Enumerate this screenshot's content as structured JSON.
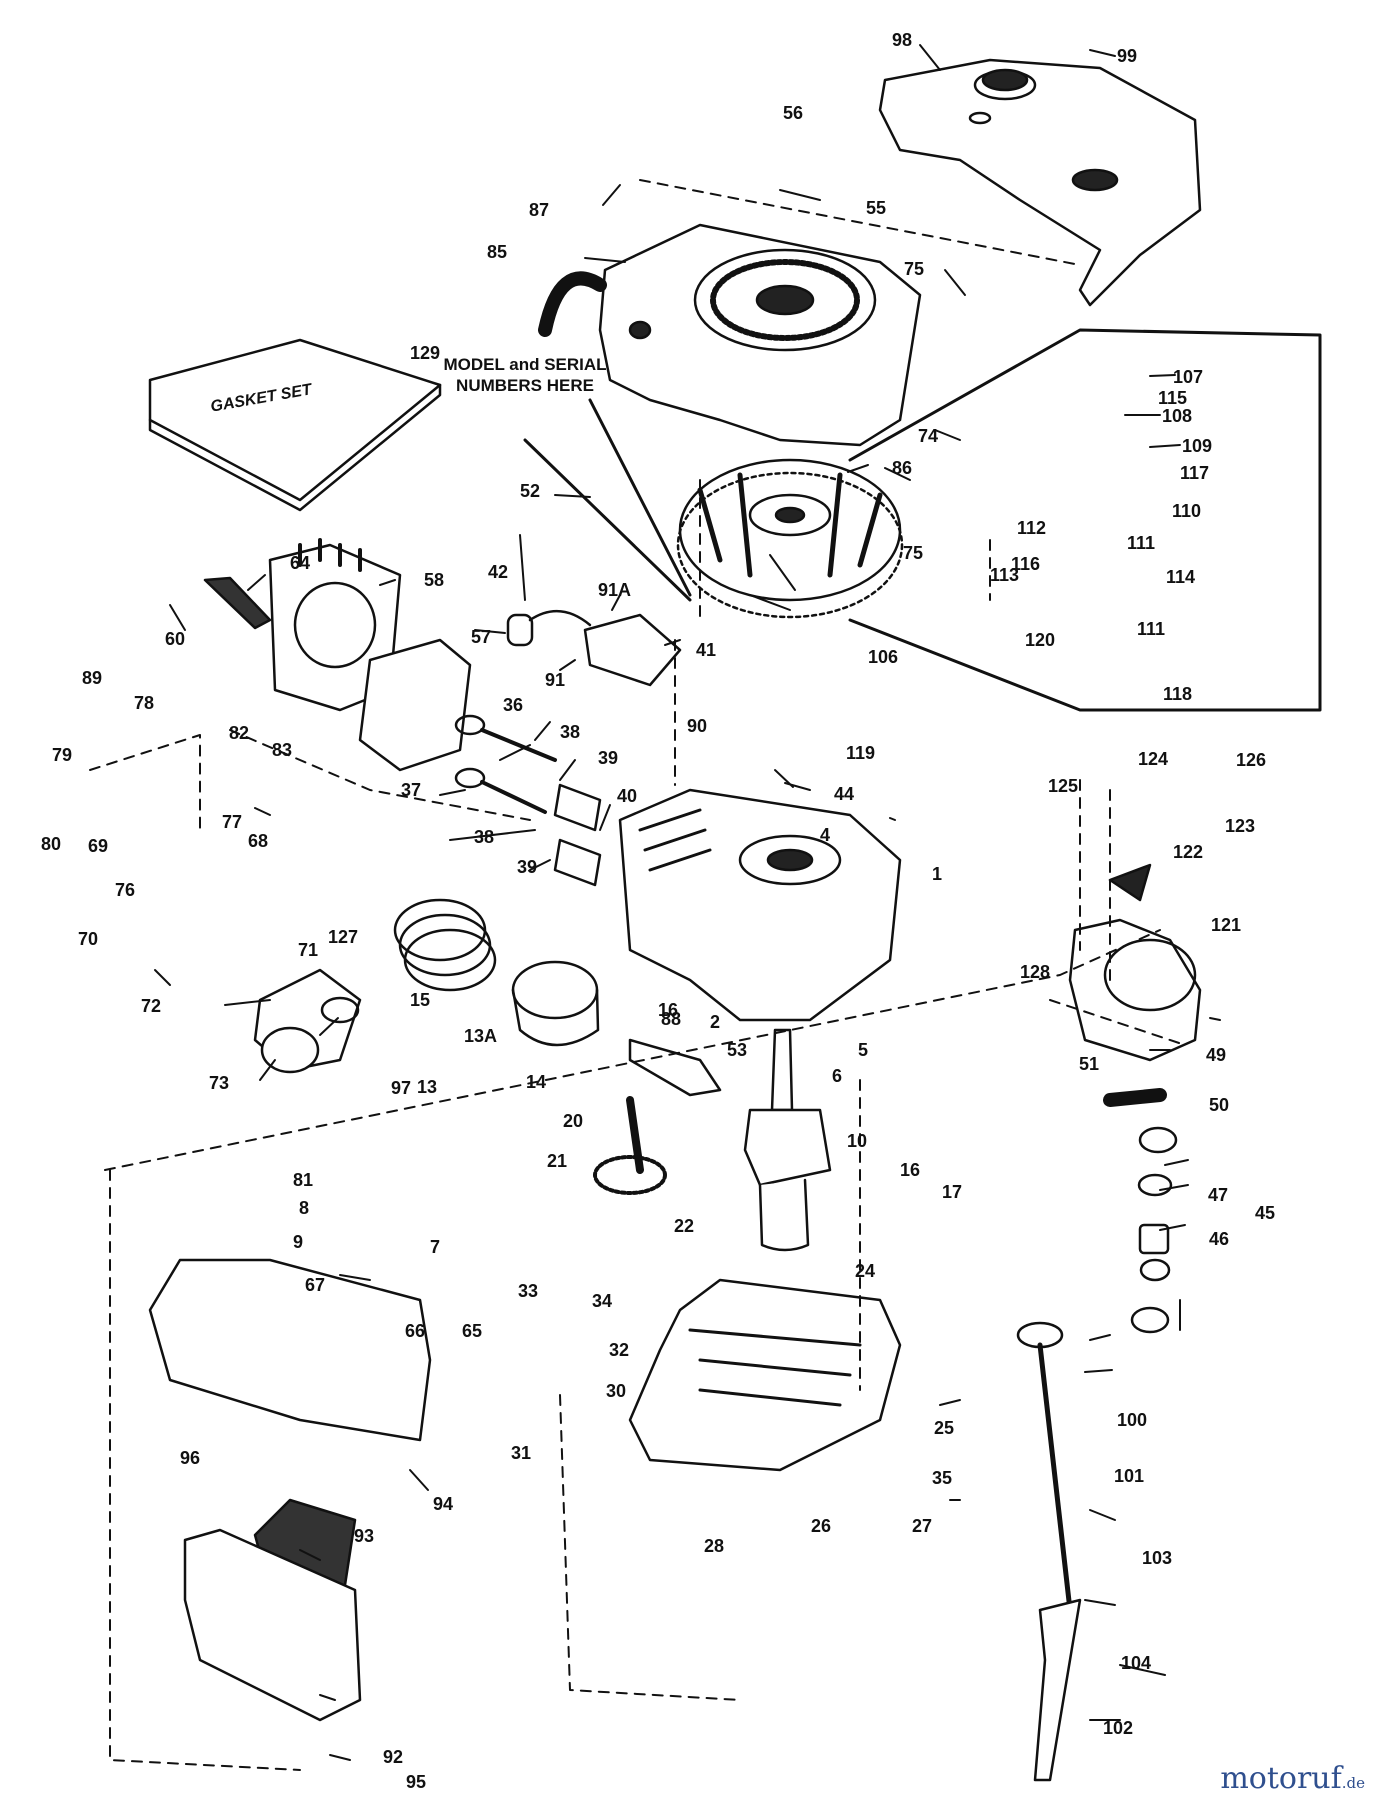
{
  "notes": {
    "model_serial_line1": "MODEL and SERIAL",
    "model_serial_line2": "NUMBERS HERE",
    "gasket_set": "GASKET SET"
  },
  "watermark": {
    "text": "motoruf",
    "suffix": ".de",
    "color": "#2f4f8e"
  },
  "callouts": [
    "1",
    "2",
    "4",
    "5",
    "6",
    "7",
    "8",
    "9",
    "10",
    "13",
    "13A",
    "14",
    "15",
    "16",
    "16",
    "17",
    "20",
    "21",
    "22",
    "24",
    "25",
    "26",
    "27",
    "28",
    "30",
    "31",
    "32",
    "33",
    "34",
    "35",
    "36",
    "37",
    "38",
    "38",
    "39",
    "39",
    "40",
    "41",
    "42",
    "44",
    "45",
    "46",
    "47",
    "49",
    "50",
    "51",
    "52",
    "53",
    "55",
    "56",
    "57",
    "58",
    "60",
    "64",
    "65",
    "66",
    "67",
    "68",
    "69",
    "70",
    "71",
    "72",
    "73",
    "74",
    "75",
    "75",
    "76",
    "77",
    "78",
    "79",
    "80",
    "81",
    "82",
    "83",
    "85",
    "86",
    "87",
    "88",
    "89",
    "90",
    "91",
    "91A",
    "92",
    "93",
    "94",
    "95",
    "96",
    "97",
    "98",
    "99",
    "100",
    "101",
    "102",
    "103",
    "104",
    "106",
    "107",
    "108",
    "109",
    "110",
    "111",
    "111",
    "112",
    "113",
    "114",
    "115",
    "116",
    "117",
    "118",
    "119",
    "120",
    "121",
    "122",
    "123",
    "124",
    "125",
    "126",
    "127",
    "128",
    "129"
  ]
}
